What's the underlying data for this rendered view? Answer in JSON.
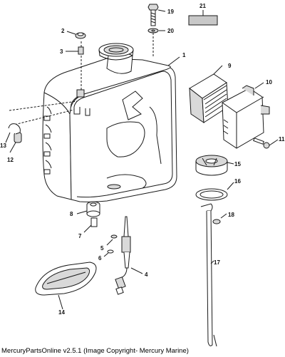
{
  "diagram": {
    "callouts": [
      "1",
      "2",
      "3",
      "4",
      "5",
      "6",
      "7",
      "8",
      "9",
      "10",
      "11",
      "12",
      "13",
      "14",
      "15",
      "16",
      "17",
      "18",
      "19",
      "20",
      "21"
    ],
    "colors": {
      "line": "#1a1a1a",
      "fill": "#ffffff",
      "shade": "#d9d9d9",
      "label_box": "#c8c8c8"
    }
  },
  "footer": {
    "copyright": "MercuryPartsOnline v2.5.1 (Image Copyright- Mercury Marine)"
  }
}
